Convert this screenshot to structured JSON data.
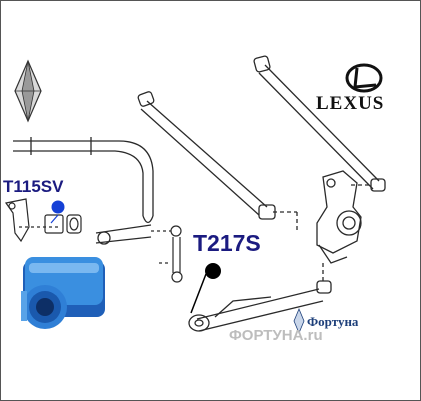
{
  "labels": {
    "bushing_code": "T115SV",
    "link_code": "T217S"
  },
  "brands": {
    "car_brand": "LEXUS",
    "store_brand": "Фортуна",
    "watermark": "ФОРТУНА.ru"
  },
  "colors": {
    "label_text": "#1b1b80",
    "marker_blue": "#1540d6",
    "marker_black": "#000000",
    "bushing_blue": "#2f7fd6",
    "line_art": "#2a2a2a"
  },
  "icons": {
    "logo_left": "diamond-logo-icon",
    "lexus_logo": "lexus-emblem-icon",
    "fortuna_logo": "fortuna-diamond-icon"
  }
}
